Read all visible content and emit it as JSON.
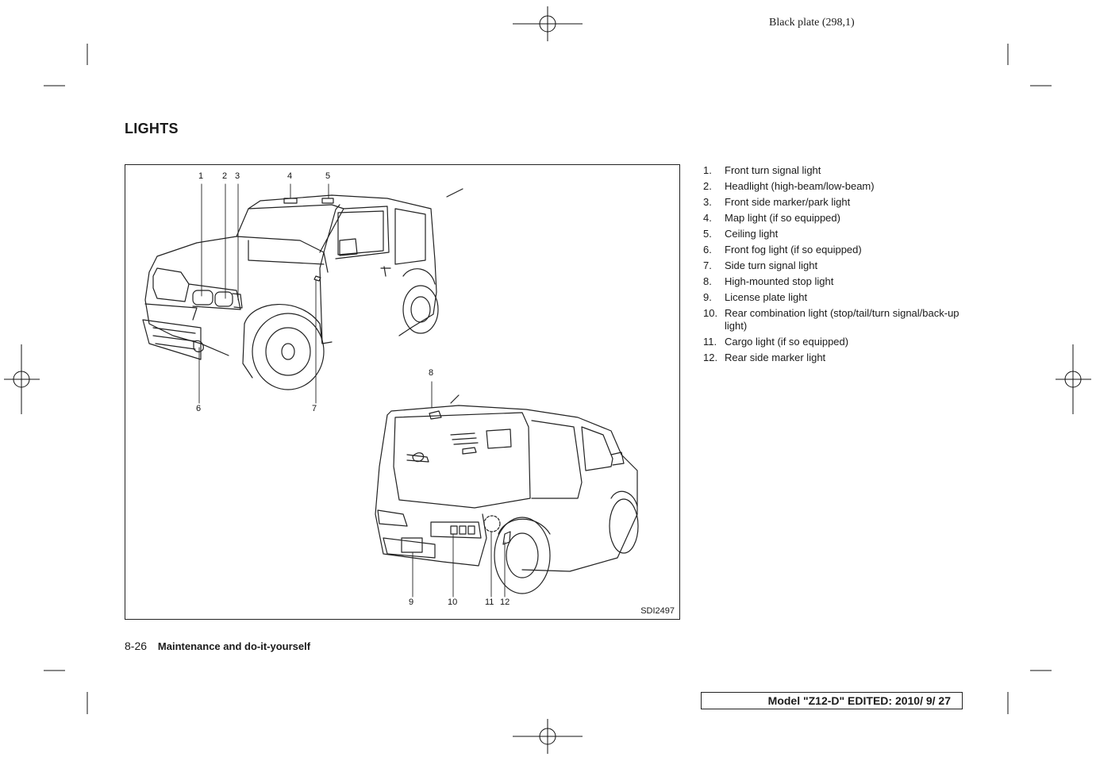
{
  "header": {
    "plate": "Black plate (298,1)"
  },
  "section": {
    "title": "LIGHTS"
  },
  "figure": {
    "code": "SDI2497",
    "callouts": [
      "1",
      "2",
      "3",
      "4",
      "5",
      "6",
      "7",
      "8",
      "9",
      "10",
      "11",
      "12"
    ]
  },
  "legend": {
    "items": [
      {
        "num": "1.",
        "text": "Front turn signal light"
      },
      {
        "num": "2.",
        "text": "Headlight (high-beam/low-beam)"
      },
      {
        "num": "3.",
        "text": "Front side marker/park light"
      },
      {
        "num": "4.",
        "text": "Map light (if so equipped)"
      },
      {
        "num": "5.",
        "text": "Ceiling light"
      },
      {
        "num": "6.",
        "text": "Front fog light (if so equipped)"
      },
      {
        "num": "7.",
        "text": "Side turn signal light"
      },
      {
        "num": "8.",
        "text": "High-mounted stop light"
      },
      {
        "num": "9.",
        "text": "License plate light"
      },
      {
        "num": "10.",
        "text": "Rear combination light (stop/tail/turn signal/back-up light)"
      },
      {
        "num": "11.",
        "text": "Cargo light (if so equipped)"
      },
      {
        "num": "12.",
        "text": "Rear side marker light"
      }
    ]
  },
  "footer": {
    "page_number": "8-26",
    "section_name": "Maintenance and do-it-yourself",
    "model_stamp": "Model \"Z12-D\"  EDITED:  2010/ 9/ 27"
  }
}
